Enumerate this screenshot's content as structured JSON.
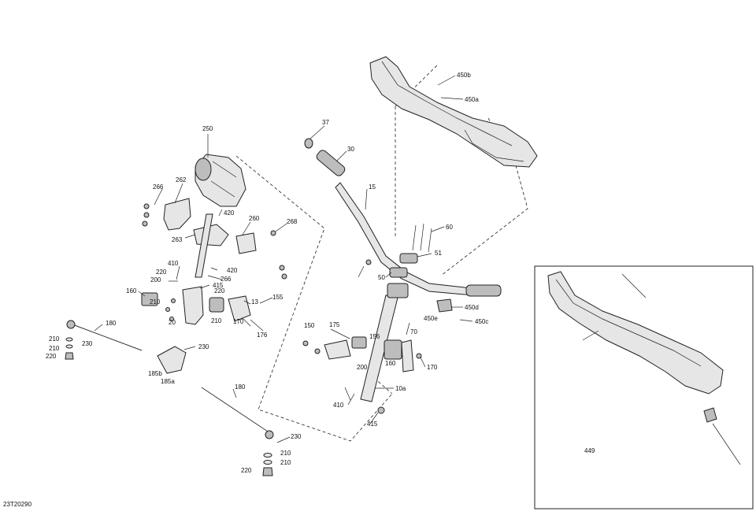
{
  "drawing_code": "23T20290",
  "callouts": {
    "c250": "250",
    "c266a": "266",
    "c262": "262",
    "c420a": "420",
    "c260": "260",
    "c263": "263",
    "c268": "268",
    "c410a": "410",
    "c420b": "420",
    "c220a": "220",
    "c266b": "266",
    "c415a": "415",
    "c200a": "200",
    "c160a": "160",
    "c210a": "210",
    "c220b": "220",
    "c13": "13",
    "c155": "155",
    "c20": "20",
    "c210b": "210",
    "c170a": "170",
    "c176": "176",
    "c180a": "180",
    "c230a": "230",
    "c210c": "210",
    "c210d": "210",
    "c220c": "220",
    "c230b": "230",
    "c185b": "185b",
    "c185a": "185a",
    "c180b": "180",
    "c230c": "230",
    "c210e": "210",
    "c220d": "220",
    "c210f": "210",
    "c37": "37",
    "c30": "30",
    "c15": "15",
    "c450b": "450b",
    "c450a": "450a",
    "c60": "60",
    "c51": "51",
    "c50": "50",
    "c450d": "450d",
    "c450e": "450e",
    "c450c": "450c",
    "c150": "150",
    "c175": "175",
    "c156": "156",
    "c70": "70",
    "c200b": "200",
    "c160b": "160",
    "c170b": "170",
    "c10a": "10a",
    "c410b": "410",
    "c415b": "415",
    "c449": "449"
  }
}
